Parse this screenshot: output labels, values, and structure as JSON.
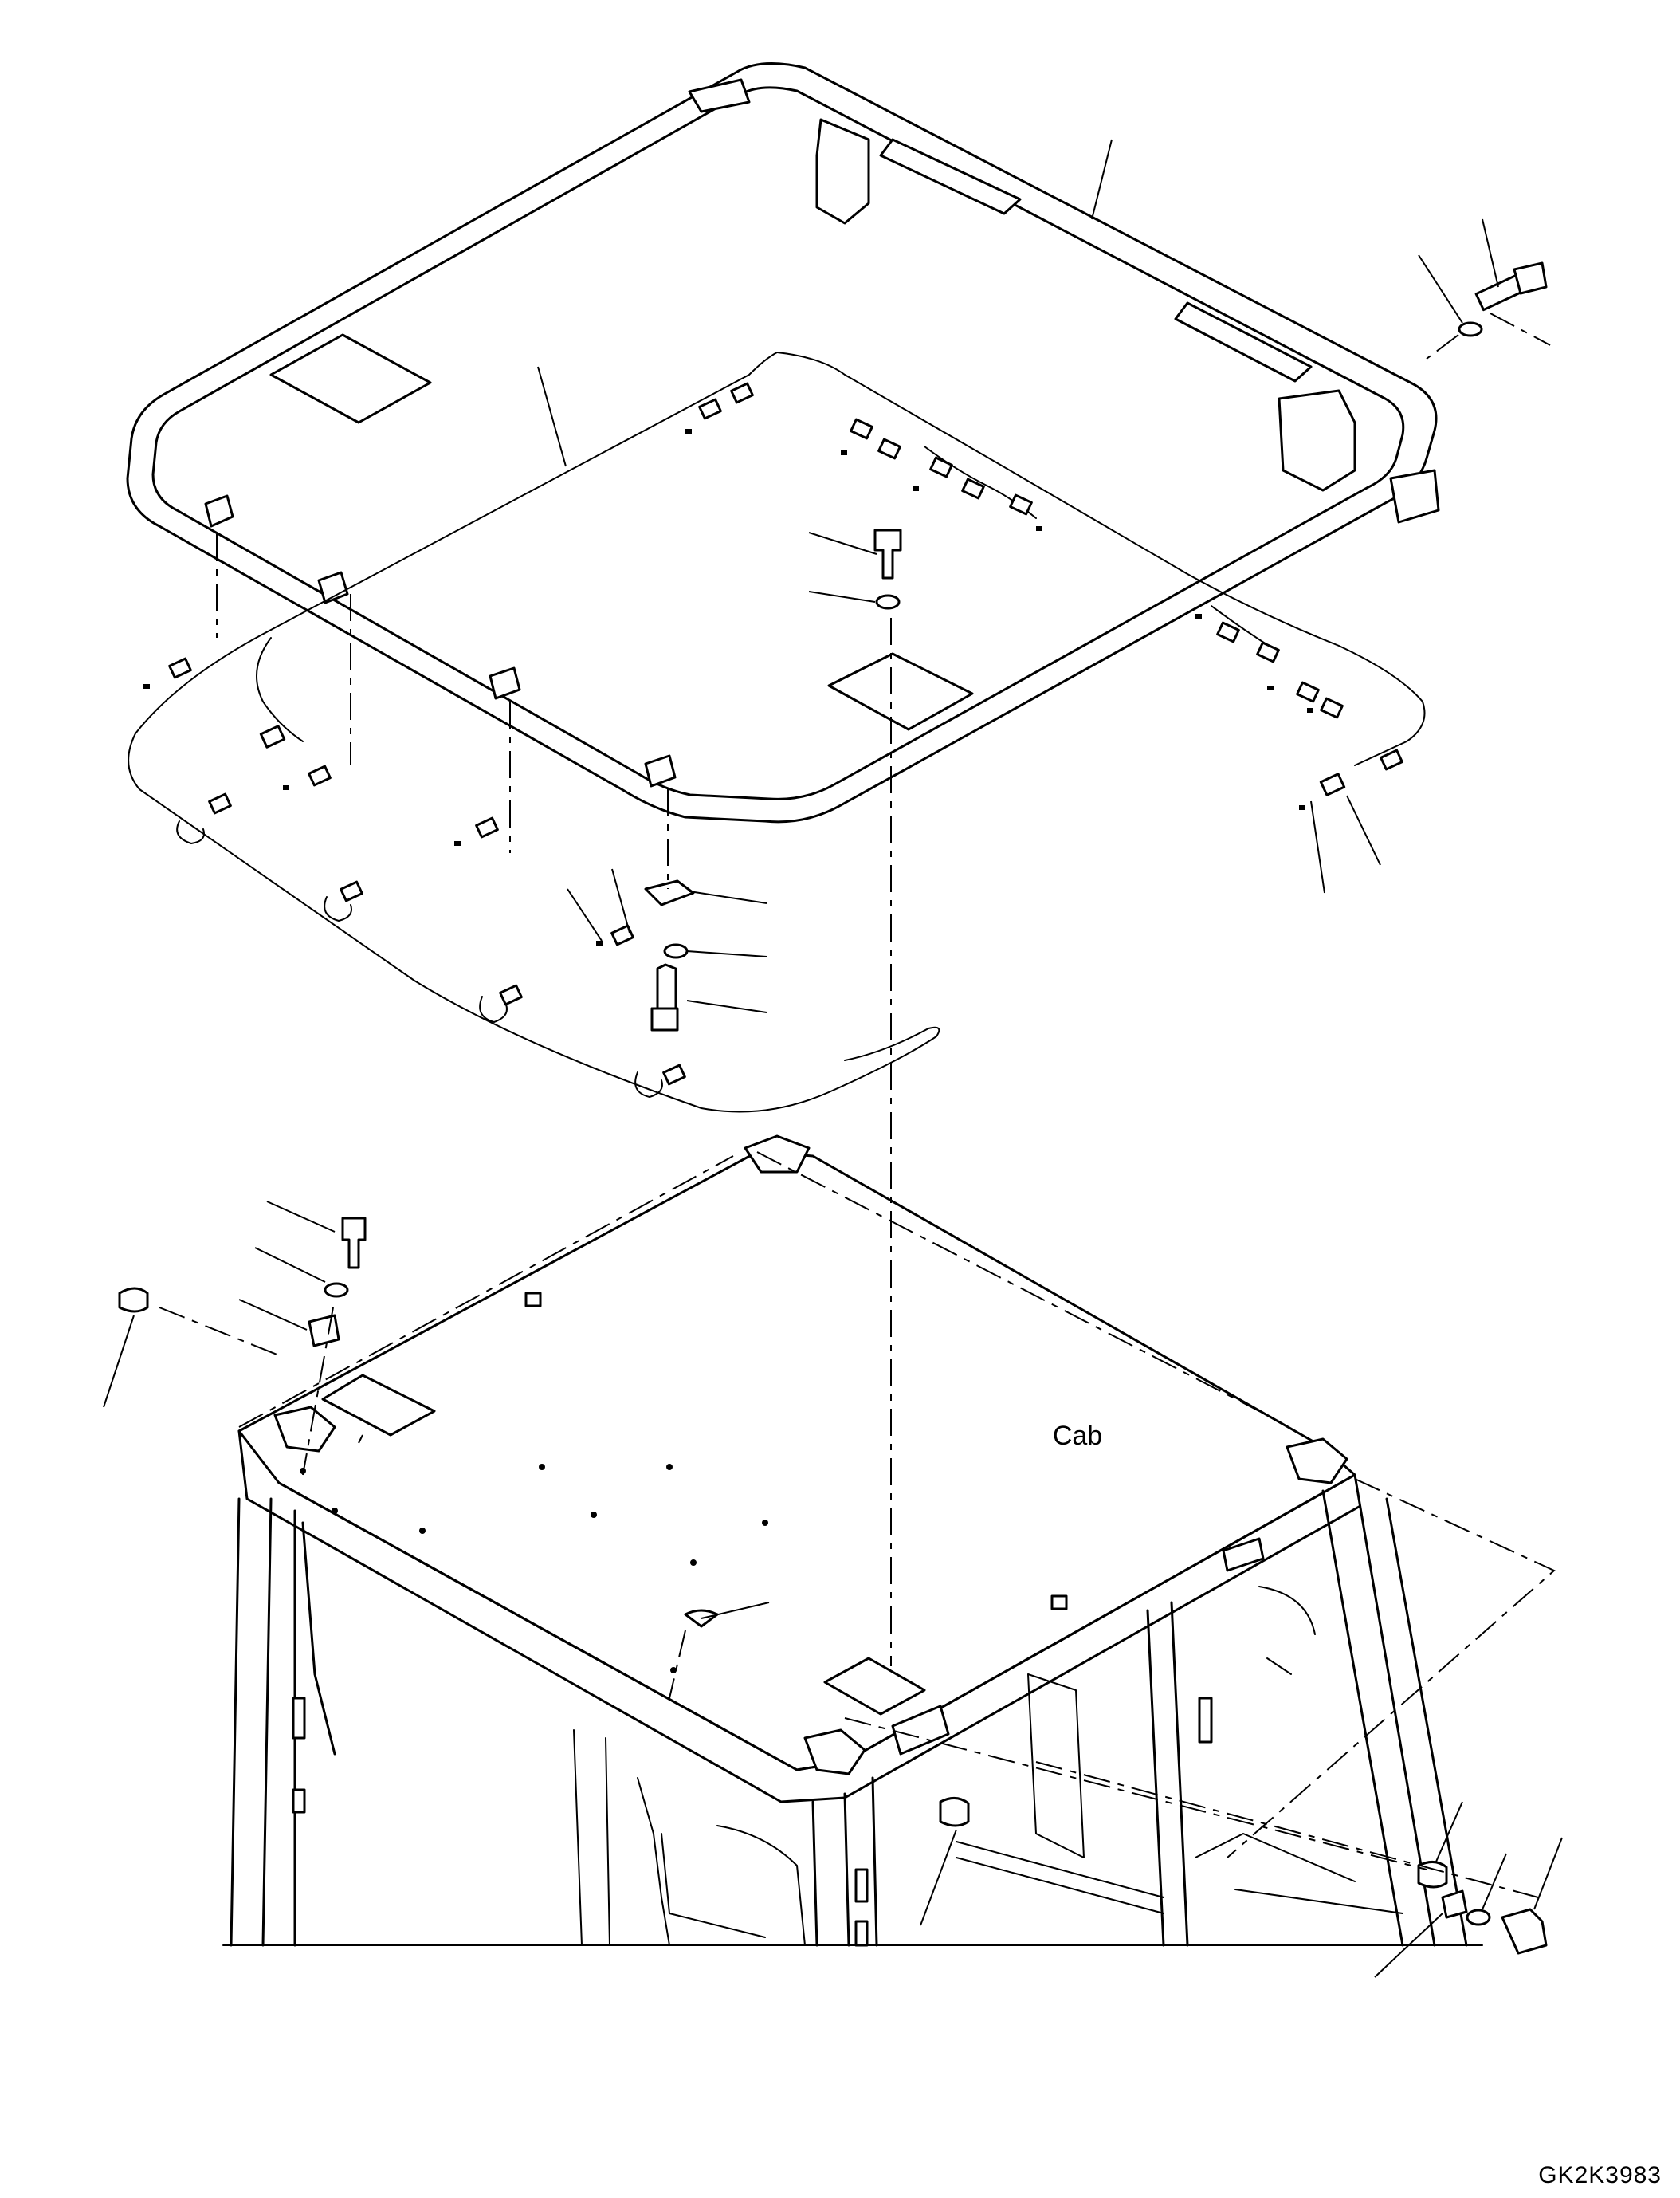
{
  "drawing": {
    "cab_label": "Cab",
    "drawing_code": "GK2K3983"
  },
  "callout_count": 21
}
